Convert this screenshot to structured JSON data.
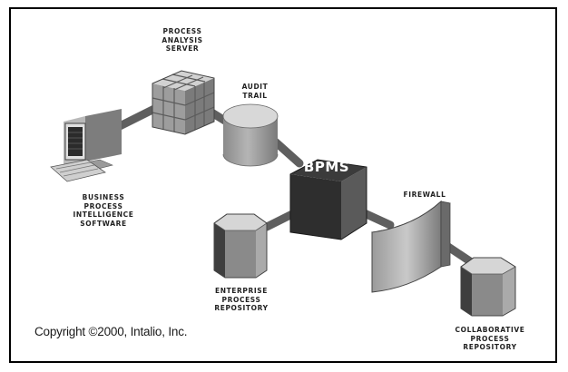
{
  "diagram": {
    "nodes": {
      "process_analysis_server": {
        "label": "PROCESS\nANALYSIS\nSERVER"
      },
      "audit_trail": {
        "label": "AUDIT\nTRAIL"
      },
      "bpms": {
        "label": "BPMS"
      },
      "firewall": {
        "label": "FIREWALL"
      },
      "business_process_intelligence_software": {
        "label": "BUSINESS\nPROCESS\nINTELLIGENCE\nSOFTWARE"
      },
      "enterprise_process_repository": {
        "label": "ENTERPRISE\nPROCESS\nREPOSITORY"
      },
      "collaborative_process_repository": {
        "label": "COLLABORATIVE\nPROCESS\nREPOSITORY"
      }
    },
    "copyright": "Copyright ©2000, Intalio, Inc."
  }
}
